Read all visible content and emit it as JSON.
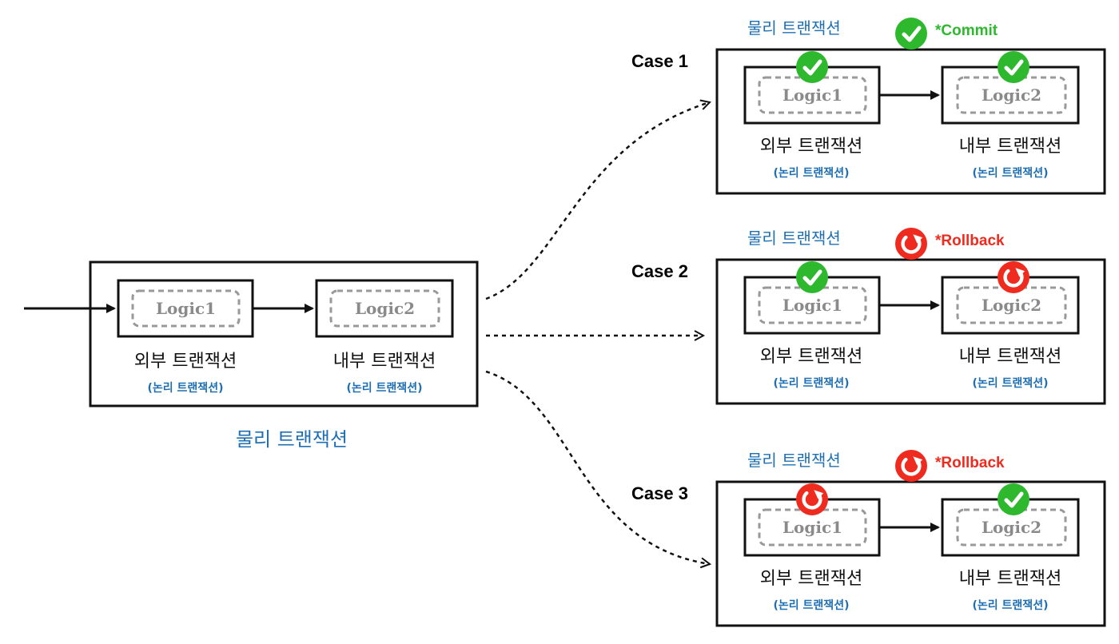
{
  "main": {
    "physical_label": "물리 트랜잭션",
    "outer": {
      "logic": "Logic1",
      "label": "외부 트랜잭션",
      "sub": "(논리 트랜잭션)"
    },
    "inner": {
      "logic": "Logic2",
      "label": "내부 트랜잭션",
      "sub": "(논리 트랜잭션)"
    }
  },
  "cases": [
    {
      "label": "Case 1",
      "physical_label": "물리 트랜잭션",
      "status": "*Commit",
      "status_icon": "check-icon",
      "outer": {
        "logic": "Logic1",
        "label": "외부 트랜잭션",
        "sub": "(논리 트랜잭션)",
        "icon": "check-icon"
      },
      "inner": {
        "logic": "Logic2",
        "label": "내부 트랜잭션",
        "sub": "(논리 트랜잭션)",
        "icon": "check-icon"
      }
    },
    {
      "label": "Case 2",
      "physical_label": "물리 트랜잭션",
      "status": "*Rollback",
      "status_icon": "rollback-icon",
      "outer": {
        "logic": "Logic1",
        "label": "외부 트랜잭션",
        "sub": "(논리 트랜잭션)",
        "icon": "check-icon"
      },
      "inner": {
        "logic": "Logic2",
        "label": "내부 트랜잭션",
        "sub": "(논리 트랜잭션)",
        "icon": "rollback-icon"
      }
    },
    {
      "label": "Case 3",
      "physical_label": "물리 트랜잭션",
      "status": "*Rollback",
      "status_icon": "rollback-icon",
      "outer": {
        "logic": "Logic1",
        "label": "외부 트랜잭션",
        "sub": "(논리 트랜잭션)",
        "icon": "rollback-icon"
      },
      "inner": {
        "logic": "Logic2",
        "label": "내부 트랜잭션",
        "sub": "(논리 트랜잭션)",
        "icon": "check-icon"
      }
    }
  ],
  "colors": {
    "commit": "#2eb82e",
    "rollback": "#ee2b1e",
    "logical": "#1f6fb2",
    "logic_text": "#8a8a8a"
  }
}
